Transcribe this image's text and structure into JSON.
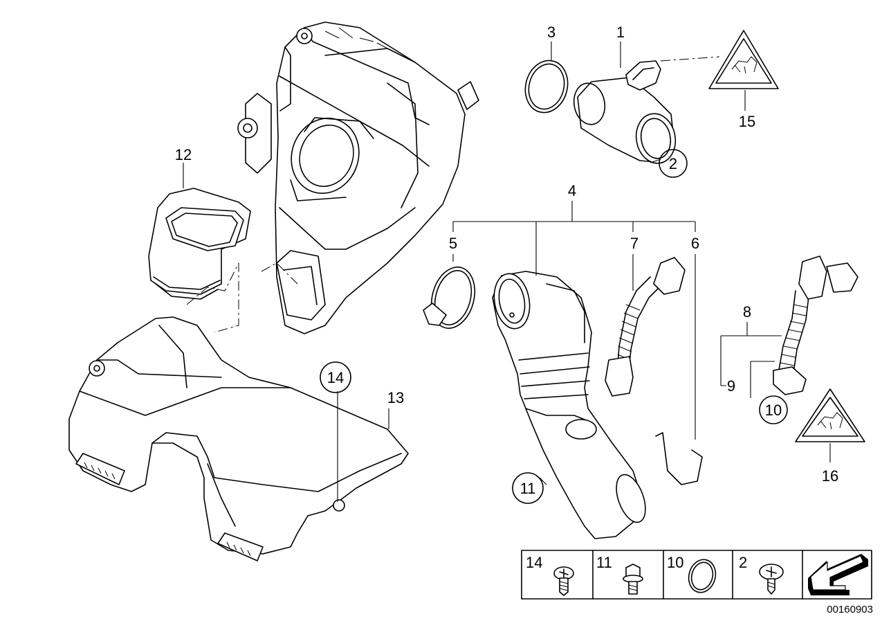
{
  "diagram": {
    "callouts": [
      "1",
      "2",
      "3",
      "4",
      "5",
      "6",
      "7",
      "8",
      "9",
      "10",
      "11",
      "12",
      "13",
      "14",
      "15",
      "16"
    ],
    "circled": [
      "2",
      "10",
      "11",
      "14"
    ],
    "legend": {
      "cells": [
        {
          "number": "14",
          "icon": "screw-icon"
        },
        {
          "number": "11",
          "icon": "hex-bolt-icon"
        },
        {
          "number": "10",
          "icon": "o-ring-icon"
        },
        {
          "number": "2",
          "icon": "pan-head-screw-icon"
        }
      ],
      "arrow_icon": "direction-arrow-icon"
    },
    "drawing_number": "00160903",
    "warning_icons": [
      "hose-warning-triangle-icon",
      "hose-warning-triangle-icon"
    ]
  }
}
